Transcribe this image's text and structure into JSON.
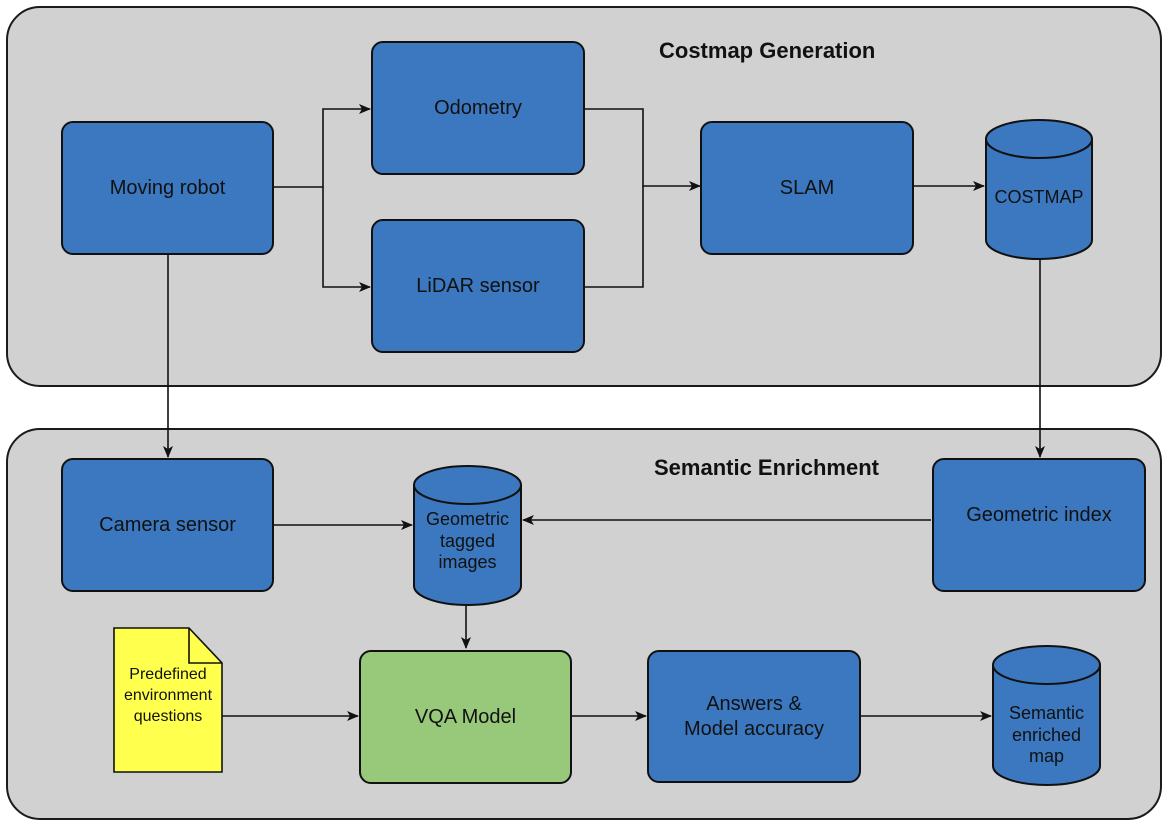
{
  "sections": {
    "costmap": {
      "title": "Costmap Generation"
    },
    "semantic": {
      "title": "Semantic Enrichment"
    }
  },
  "nodes": {
    "moving_robot": "Moving robot",
    "odometry": "Odometry",
    "lidar": "LiDAR sensor",
    "slam": "SLAM",
    "costmap": "COSTMAP",
    "camera": "Camera sensor",
    "geo_tagged": [
      "Geometric",
      "tagged",
      "images"
    ],
    "geo_index": "Geometric index",
    "questions": [
      "Predefined",
      "environment",
      "questions"
    ],
    "vqa": "VQA Model",
    "answers": [
      "Answers &",
      "Model accuracy"
    ],
    "semantic_map": [
      "Semantic",
      "enriched",
      "map"
    ]
  },
  "colors": {
    "process_box": "#3b78c0",
    "model_box": "#98c97b",
    "document": "#ffff4d",
    "panel_bg": "#d1d1d1"
  }
}
